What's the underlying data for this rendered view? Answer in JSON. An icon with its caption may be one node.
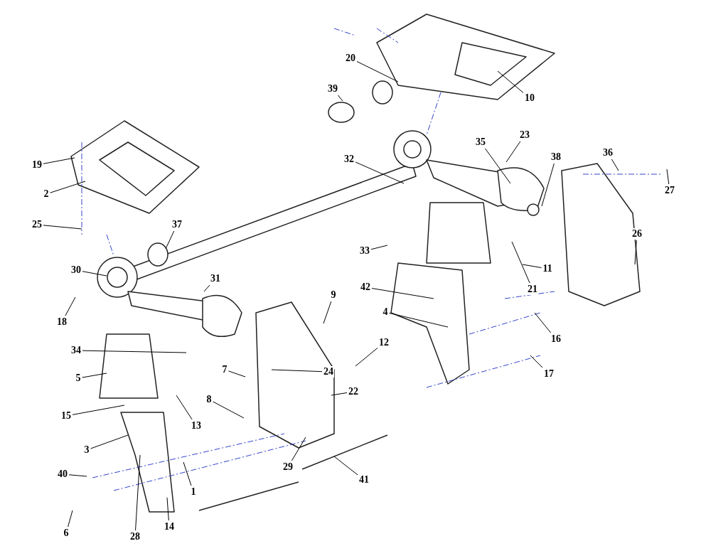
{
  "diagram": {
    "nodes": [
      {
        "text": [
          "20"
        ]
      },
      {
        "text": [
          "39"
        ]
      },
      {
        "text": [
          "10"
        ]
      },
      {
        "text": [
          "23"
        ]
      },
      {
        "text": [
          "35"
        ]
      },
      {
        "text": [
          "36"
        ]
      },
      {
        "text": [
          "38"
        ]
      },
      {
        "text": [
          "32"
        ]
      },
      {
        "text": [
          "19"
        ]
      },
      {
        "text": [
          "27"
        ]
      },
      {
        "text": [
          "2"
        ]
      },
      {
        "text": [
          "25"
        ]
      },
      {
        "text": [
          "37"
        ]
      },
      {
        "text": [
          "26"
        ]
      },
      {
        "text": [
          "33"
        ]
      },
      {
        "text": [
          "11"
        ]
      },
      {
        "text": [
          "30"
        ]
      },
      {
        "text": [
          "31"
        ]
      },
      {
        "text": [
          "42"
        ]
      },
      {
        "text": [
          "21"
        ]
      },
      {
        "text": [
          "9"
        ]
      },
      {
        "text": [
          "4"
        ]
      },
      {
        "text": [
          "18"
        ]
      },
      {
        "text": [
          "16"
        ]
      },
      {
        "text": [
          "12"
        ]
      },
      {
        "text": [
          "34"
        ]
      },
      {
        "text": [
          "7"
        ]
      },
      {
        "text": [
          "24"
        ]
      },
      {
        "text": [
          "17"
        ]
      },
      {
        "text": [
          "5"
        ]
      },
      {
        "text": [
          "22"
        ]
      },
      {
        "text": [
          "8"
        ]
      },
      {
        "text": [
          "15"
        ]
      },
      {
        "text": [
          "13"
        ]
      },
      {
        "text": [
          "3"
        ]
      },
      {
        "text": [
          "29"
        ]
      },
      {
        "text": [
          "40"
        ]
      },
      {
        "text": [
          "41"
        ]
      },
      {
        "text": [
          "1"
        ]
      },
      {
        "text": [
          "14"
        ]
      },
      {
        "text": [
          "6"
        ]
      },
      {
        "text": [
          "28"
        ]
      }
    ],
    "edges": [
      {
        "from": 0,
        "to": null,
        "arrow": "none"
      },
      {
        "from": 1,
        "to": null,
        "arrow": "none"
      },
      {
        "from": 2,
        "to": null,
        "arrow": "none"
      },
      {
        "from": 3,
        "to": null,
        "arrow": "none"
      },
      {
        "from": 4,
        "to": null,
        "arrow": "none"
      },
      {
        "from": 5,
        "to": null,
        "arrow": "none"
      },
      {
        "from": 6,
        "to": null,
        "arrow": "none"
      },
      {
        "from": 7,
        "to": null,
        "arrow": "none"
      },
      {
        "from": 8,
        "to": null,
        "arrow": "none"
      },
      {
        "from": 9,
        "to": null,
        "arrow": "none"
      },
      {
        "from": 10,
        "to": null,
        "arrow": "none"
      },
      {
        "from": 11,
        "to": null,
        "arrow": "none"
      },
      {
        "from": 12,
        "to": null,
        "arrow": "none"
      },
      {
        "from": 13,
        "to": null,
        "arrow": "none"
      },
      {
        "from": 14,
        "to": null,
        "arrow": "none"
      },
      {
        "from": 15,
        "to": null,
        "arrow": "none"
      },
      {
        "from": 16,
        "to": null,
        "arrow": "none"
      },
      {
        "from": 17,
        "to": null,
        "arrow": "none"
      },
      {
        "from": 18,
        "to": null,
        "arrow": "none"
      },
      {
        "from": 19,
        "to": null,
        "arrow": "none"
      },
      {
        "from": 20,
        "to": null,
        "arrow": "none"
      },
      {
        "from": 21,
        "to": null,
        "arrow": "none"
      },
      {
        "from": 22,
        "to": null,
        "arrow": "none"
      },
      {
        "from": 23,
        "to": null,
        "arrow": "none"
      },
      {
        "from": 24,
        "to": null,
        "arrow": "none"
      },
      {
        "from": 25,
        "to": null,
        "arrow": "none"
      },
      {
        "from": 26,
        "to": null,
        "arrow": "none"
      },
      {
        "from": 27,
        "to": null,
        "arrow": "none"
      },
      {
        "from": 28,
        "to": null,
        "arrow": "none"
      },
      {
        "from": 29,
        "to": null,
        "arrow": "none"
      },
      {
        "from": 30,
        "to": null,
        "arrow": "none"
      },
      {
        "from": 31,
        "to": null,
        "arrow": "none"
      },
      {
        "from": 32,
        "to": null,
        "arrow": "none"
      },
      {
        "from": 33,
        "to": null,
        "arrow": "none"
      },
      {
        "from": 34,
        "to": null,
        "arrow": "none"
      },
      {
        "from": 35,
        "to": null,
        "arrow": "none"
      },
      {
        "from": 36,
        "to": null,
        "arrow": "none"
      },
      {
        "from": 37,
        "to": null,
        "arrow": "none"
      },
      {
        "from": 38,
        "to": null,
        "arrow": "none"
      },
      {
        "from": 39,
        "to": null,
        "arrow": "none"
      },
      {
        "from": 40,
        "to": null,
        "arrow": "none"
      },
      {
        "from": 41,
        "to": null,
        "arrow": "none"
      }
    ]
  }
}
